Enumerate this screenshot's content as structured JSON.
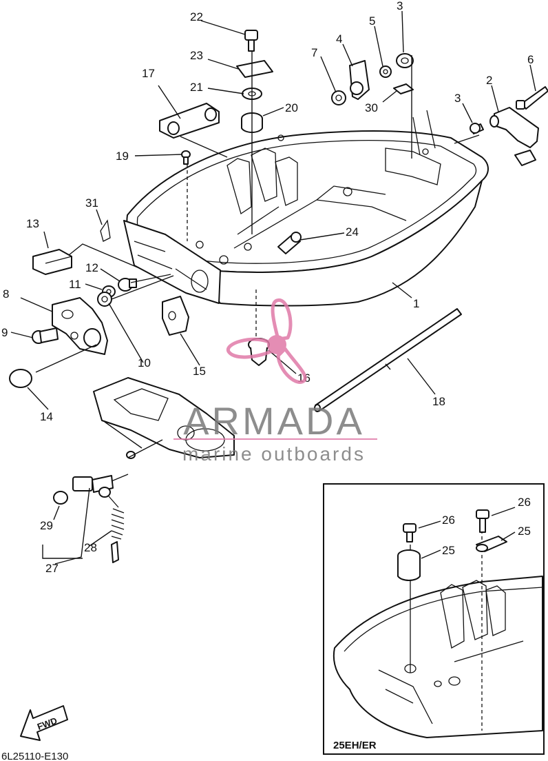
{
  "callouts": [
    {
      "id": "c1",
      "label": "1"
    },
    {
      "id": "c2",
      "label": "2"
    },
    {
      "id": "c3a",
      "label": "3"
    },
    {
      "id": "c3b",
      "label": "3"
    },
    {
      "id": "c4",
      "label": "4"
    },
    {
      "id": "c5",
      "label": "5"
    },
    {
      "id": "c6",
      "label": "6"
    },
    {
      "id": "c7",
      "label": "7"
    },
    {
      "id": "c8",
      "label": "8"
    },
    {
      "id": "c9",
      "label": "9"
    },
    {
      "id": "c10",
      "label": "10"
    },
    {
      "id": "c11",
      "label": "11"
    },
    {
      "id": "c12",
      "label": "12"
    },
    {
      "id": "c13",
      "label": "13"
    },
    {
      "id": "c14",
      "label": "14"
    },
    {
      "id": "c15",
      "label": "15"
    },
    {
      "id": "c16",
      "label": "16"
    },
    {
      "id": "c17",
      "label": "17"
    },
    {
      "id": "c18",
      "label": "18"
    },
    {
      "id": "c19",
      "label": "19"
    },
    {
      "id": "c20",
      "label": "20"
    },
    {
      "id": "c21",
      "label": "21"
    },
    {
      "id": "c22",
      "label": "22"
    },
    {
      "id": "c23",
      "label": "23"
    },
    {
      "id": "c24",
      "label": "24"
    },
    {
      "id": "c25a",
      "label": "25"
    },
    {
      "id": "c25b",
      "label": "25"
    },
    {
      "id": "c26a",
      "label": "26"
    },
    {
      "id": "c26b",
      "label": "26"
    },
    {
      "id": "c27",
      "label": "27"
    },
    {
      "id": "c28",
      "label": "28"
    },
    {
      "id": "c29",
      "label": "29"
    },
    {
      "id": "c30",
      "label": "30"
    },
    {
      "id": "c31",
      "label": "31"
    }
  ],
  "inset_label": "25EH/ER",
  "fwd_label": "FWD",
  "diagram_code": "6L25110-E130",
  "watermark": {
    "brand": "ARMADA",
    "tagline": "marine outboards",
    "color_logo": "#e07aa8",
    "color_text": "#7a7a7a"
  }
}
